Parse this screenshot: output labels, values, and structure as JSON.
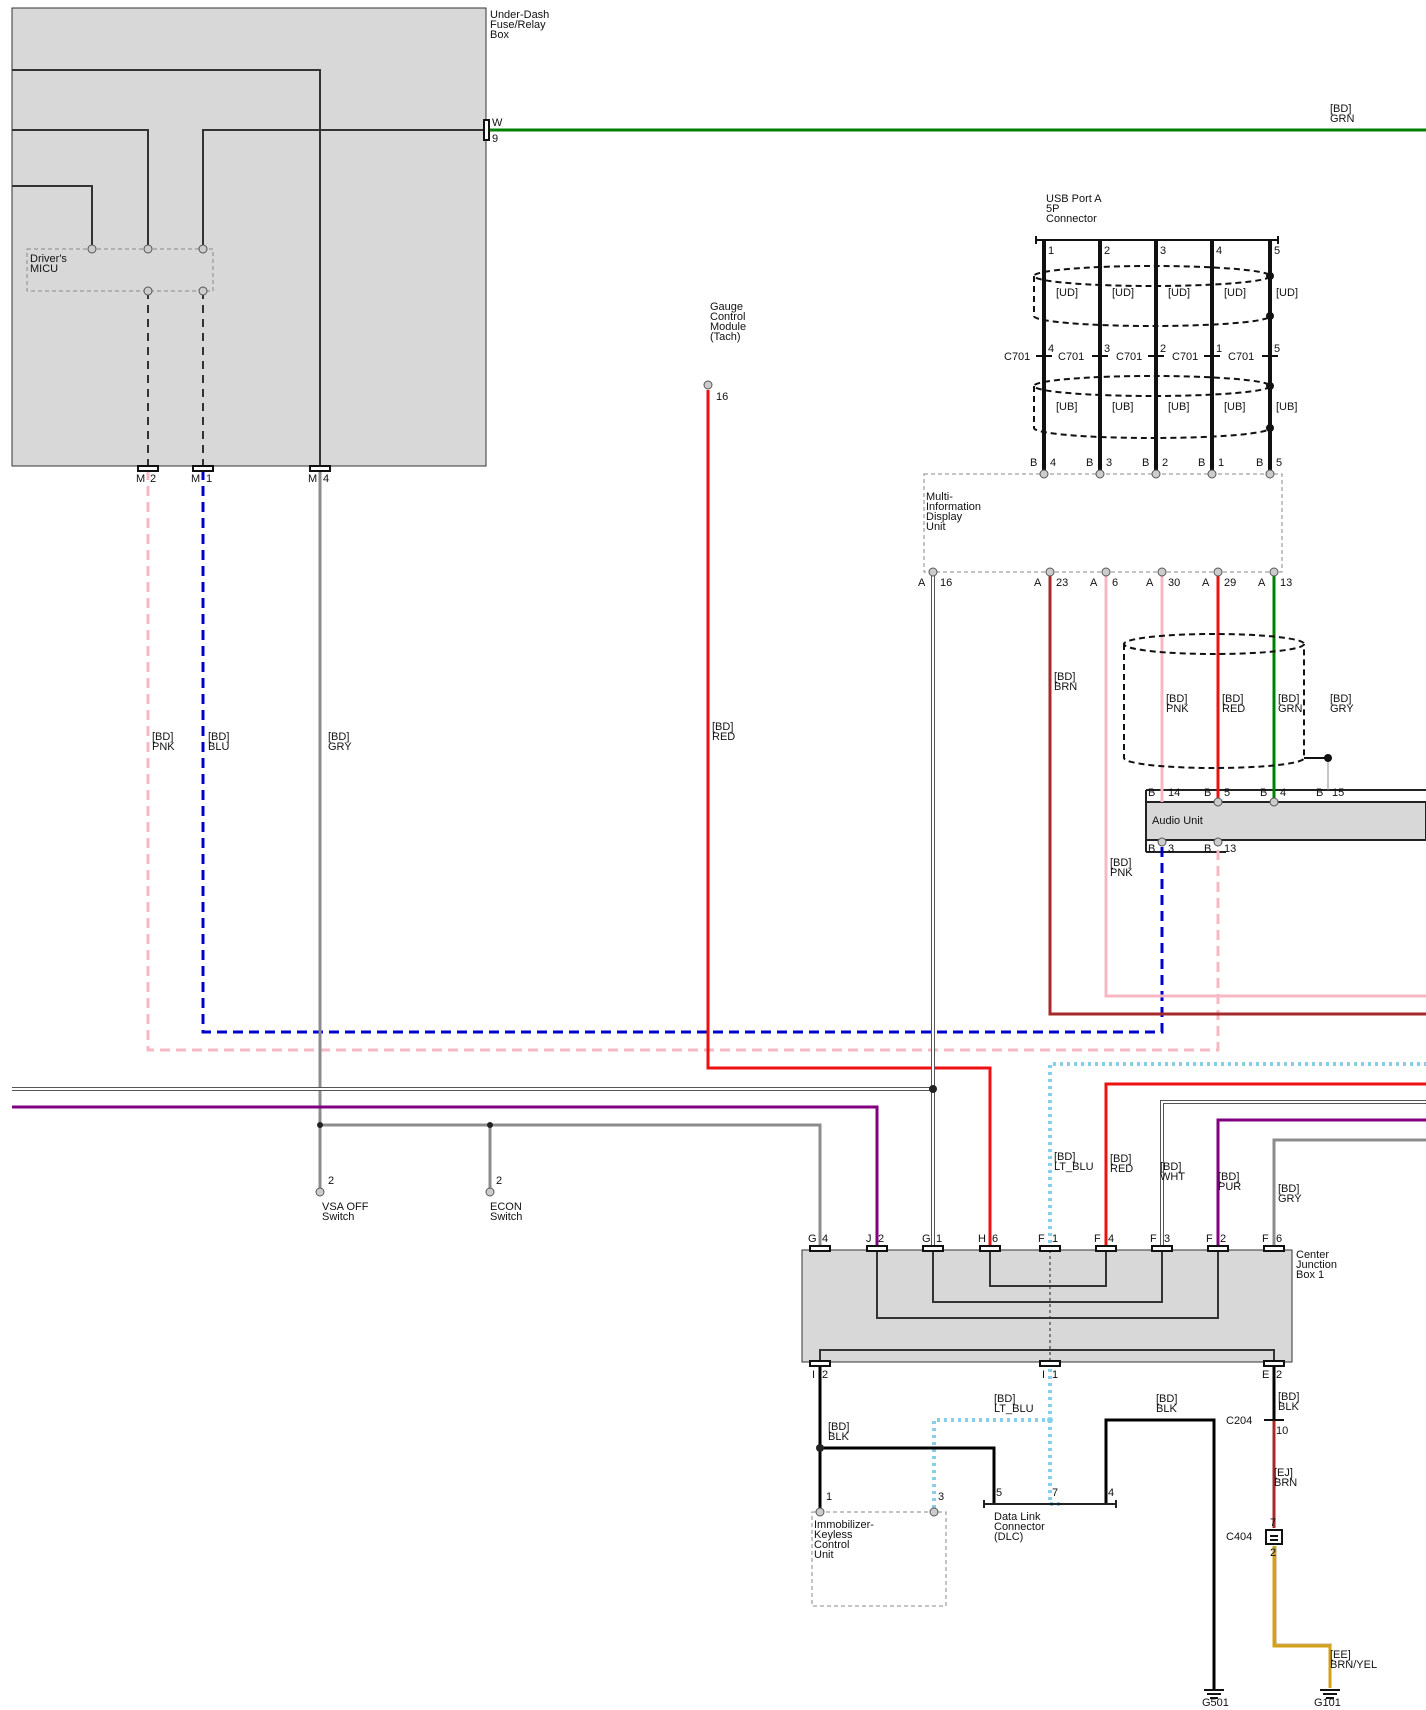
{
  "colors": {
    "GRN": "#008000",
    "RED": "#ee1111",
    "BRN": "#a52a2a",
    "PNK": "#f7b8c4",
    "BLU": "#0000cc",
    "GRY": "#8c8c8c",
    "PUR": "#800080",
    "LT_BLU": "#87ceeb",
    "BLK": "#000000",
    "WHT": "#ffffff",
    "BRN_YEL": "#d4a017",
    "box_fill": "#d8d8d8"
  },
  "components": {
    "fuse_box": "Under-Dash\nFuse/Relay\nBox",
    "micu": "Driver's\nMICU",
    "usb": "USB Port A\n5P\nConnector",
    "gauge": "Gauge\nControl\nModule\n(Tach)",
    "mid": "Multi-\nInformation\nDisplay\nUnit",
    "audio": "Audio Unit",
    "vsa": "VSA OFF\nSwitch",
    "econ": "ECON\nSwitch",
    "cjb": "Center\nJunction\nBox 1",
    "immo": "Immobilizer-\nKeyless\nControl\nUnit",
    "dlc": "Data Link\nConnector\n(DLC)",
    "g501": "G501",
    "g101": "G101"
  },
  "connectors": {
    "c701": "C701",
    "c204": "C204",
    "c404": "C404"
  },
  "wire_labels": {
    "bd_grn_top": "[BD]\nGRN",
    "bd_pnk_left": "[BD]\nPNK",
    "bd_blu": "[BD]\nBLU",
    "bd_gry_left": "[BD]\nGRY",
    "bd_red_gauge": "[BD]\nRED",
    "bd_brn": "[BD]\nBRN",
    "bd_pnk_audio": "[BD]\nPNK",
    "bd_red_audio": "[BD]\nRED",
    "bd_grn_audio": "[BD]\nGRN",
    "bd_gry_audio": "[BD]\nGRY",
    "bd_pnk_mid": "[BD]\nPNK",
    "bd_ltblu_top": "[BD]\nLT_BLU",
    "bd_red_cjb": "[BD]\nRED",
    "bd_wht": "[BD]\nWHT",
    "bd_pur": "[BD]\nPUR",
    "bd_gry_cjb": "[BD]\nGRY",
    "bd_blk_immo": "[BD]\nBLK",
    "bd_ltblu_dlc": "[BD]\nLT_BLU",
    "bd_blk_dlc": "[BD]\nBLK",
    "bd_blk_e2": "[BD]\nBLK",
    "ej_brn": "[EJ]\nBRN",
    "ee_brn_yel": "[EE]\nBRN/YEL",
    "ud": "[UD]",
    "ub": "[UB]"
  },
  "pins": {
    "w": "W",
    "w9": "9",
    "m2": "M",
    "m2n": "2",
    "m1": "M",
    "m1n": "1",
    "m4": "M",
    "m4n": "4",
    "g16": "16",
    "usb1": "1",
    "usb2": "2",
    "usb3": "3",
    "usb4": "4",
    "usb5": "5",
    "c701_4": "4",
    "c701_3": "3",
    "c701_2": "2",
    "c701_1": "1",
    "c701_5": "5",
    "mid_b": "B",
    "mid_b4": "4",
    "mid_b3": "3",
    "mid_b2": "2",
    "mid_b1": "1",
    "mid_b5": "5",
    "mid_a": "A",
    "mid_a16": "16",
    "mid_a23": "23",
    "mid_a6": "6",
    "mid_a30": "30",
    "mid_a29": "29",
    "mid_a13": "13",
    "au_b": "B",
    "au_b14": "14",
    "au_b5": "5",
    "au_b4": "4",
    "au_b15": "15",
    "au_b3": "3",
    "au_b13": "13",
    "vsa2": "2",
    "econ2": "2",
    "cjb_g": "G",
    "cjb_g4": "4",
    "cjb_j": "J",
    "cjb_j2": "2",
    "cjb_g1": "1",
    "cjb_h": "H",
    "cjb_h6": "6",
    "cjb_f": "F",
    "cjb_f1": "1",
    "cjb_f4": "4",
    "cjb_f3": "3",
    "cjb_f2": "2",
    "cjb_f6": "6",
    "cjb_i": "I",
    "cjb_i2": "2",
    "cjb_i1": "1",
    "cjb_e": "E",
    "cjb_e2": "2",
    "c204_10": "10",
    "c404_7": "7",
    "c404_2": "2",
    "immo1": "1",
    "immo3": "3",
    "dlc5": "5",
    "dlc7": "7",
    "dlc4": "4"
  }
}
